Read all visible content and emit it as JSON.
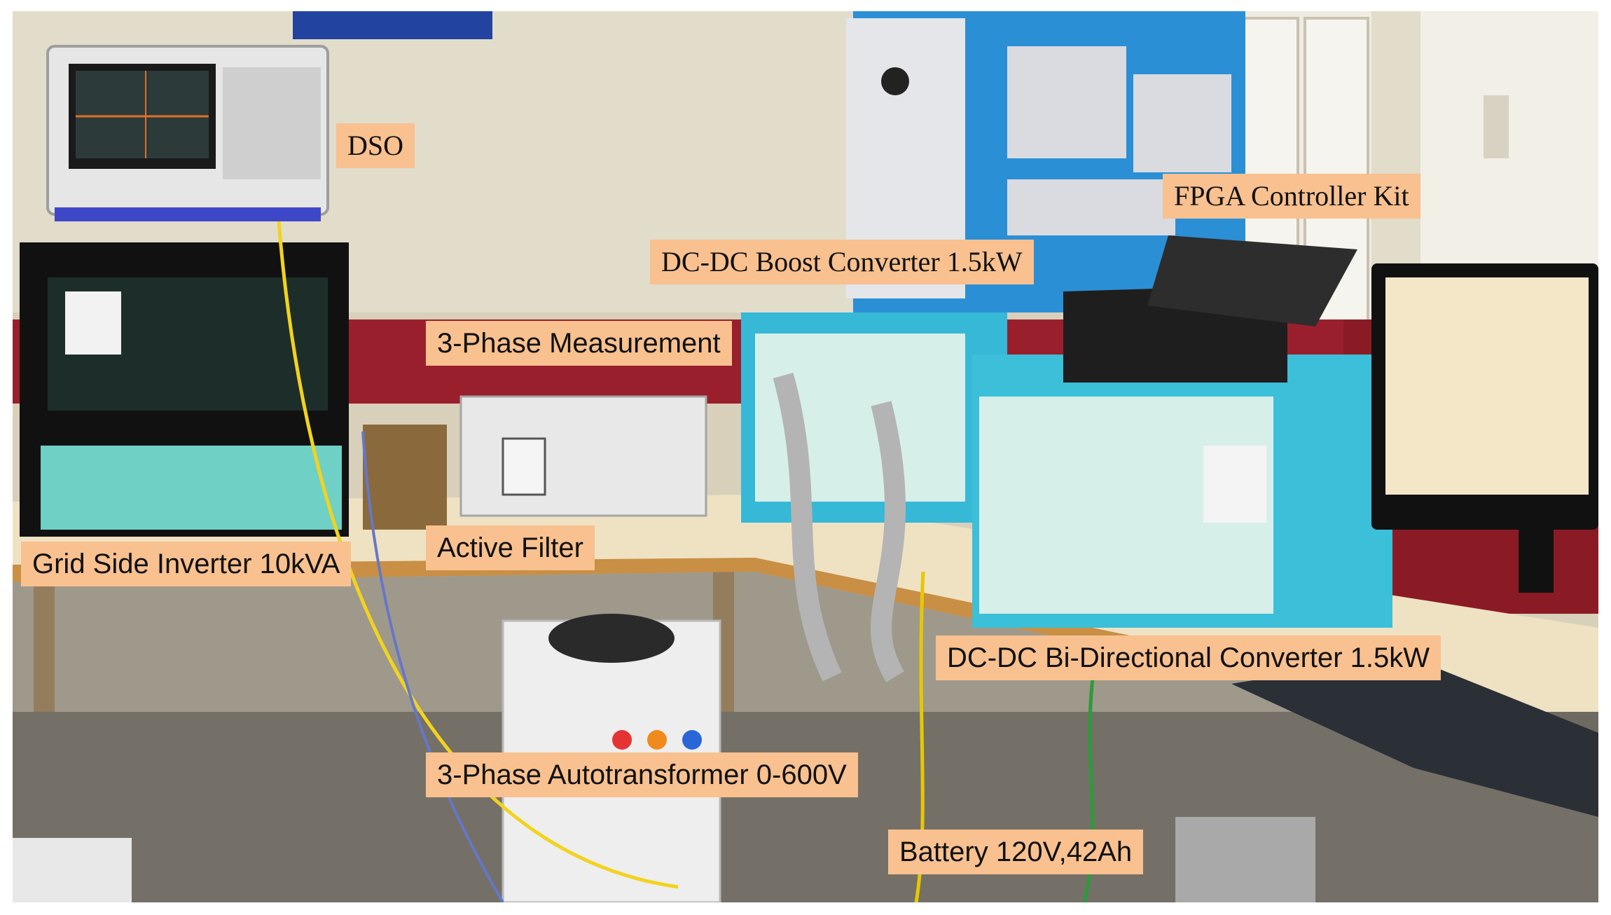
{
  "labels": {
    "dso": "DSO",
    "fpga_controller": "FPGA  Controller Kit",
    "boost_converter": "DC-DC Boost Converter 1.5kW",
    "measurement": "3-Phase Measurement",
    "grid_inverter": "Grid Side Inverter 10kVA",
    "active_filter": "Active Filter",
    "bidirectional_converter": "DC-DC Bi-Directional Converter 1.5kW",
    "autotransformer": "3-Phase Autotransformer 0-600V",
    "battery": "Battery 120V,42Ah"
  },
  "colors": {
    "label_background": "#f8c18f",
    "wall": "#d9d2bf",
    "bench": "#f0e4c8",
    "panel_blue": "#2b8fd6",
    "converter_cyan": "#35b9d6"
  }
}
